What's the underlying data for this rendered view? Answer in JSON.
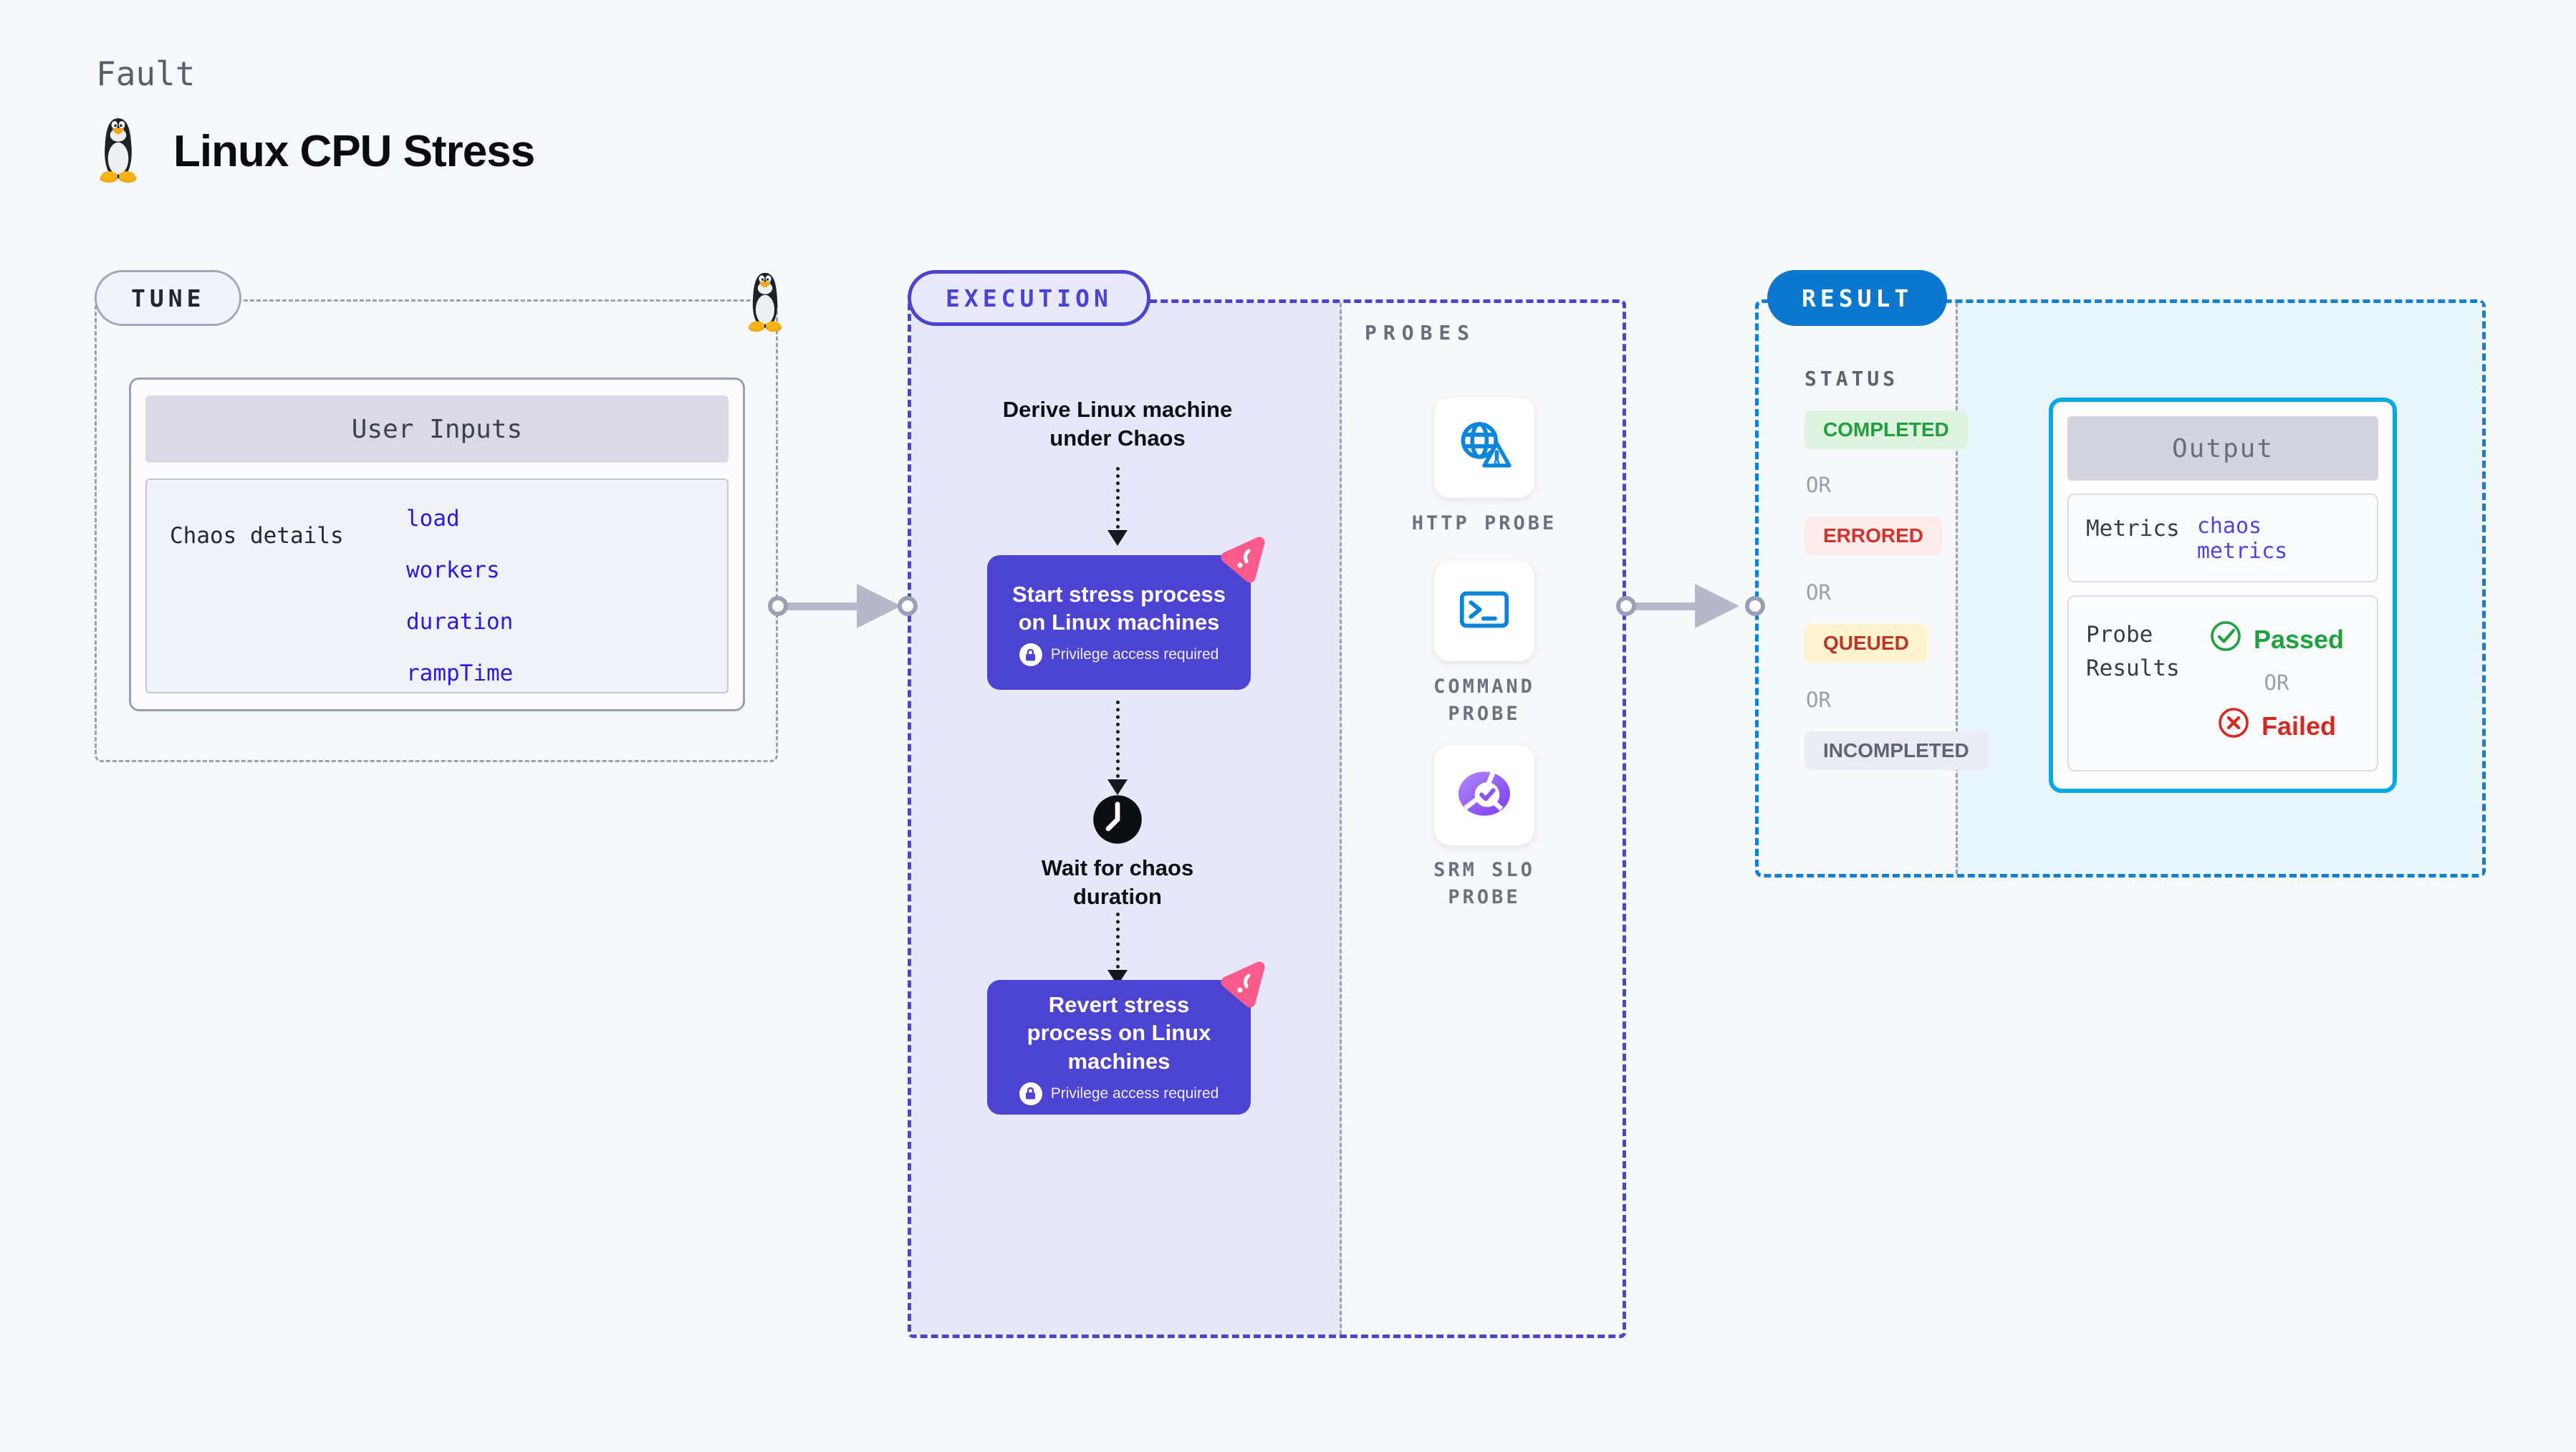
{
  "header": {
    "kicker": "Fault",
    "title": "Linux CPU Stress"
  },
  "tune": {
    "label": "TUNE",
    "card_title": "User Inputs",
    "row_label": "Chaos details",
    "inputs": [
      "load",
      "workers",
      "duration",
      "rampTime"
    ]
  },
  "execution": {
    "label": "EXECUTION",
    "derive_text": "Derive Linux machine under Chaos",
    "start_node": {
      "title": "Start stress process on Linux machines",
      "badge": "Privilege access required"
    },
    "wait_text": "Wait for chaos duration",
    "revert_node": {
      "title": "Revert stress process on Linux machines",
      "badge": "Privilege access required"
    }
  },
  "probes": {
    "label": "PROBES",
    "items": [
      {
        "name": "HTTP PROBE",
        "icon": "globe-alert-icon"
      },
      {
        "name": "COMMAND PROBE",
        "icon": "terminal-icon"
      },
      {
        "name": "SRM SLO PROBE",
        "icon": "slo-pie-check-icon"
      }
    ]
  },
  "result": {
    "label": "RESULT",
    "status_heading": "STATUS",
    "or_label": "OR",
    "statuses": [
      {
        "text": "COMPLETED",
        "type": "success"
      },
      {
        "text": "ERRORED",
        "type": "error"
      },
      {
        "text": "QUEUED",
        "type": "warning"
      },
      {
        "text": "INCOMPLETED",
        "type": "neutral"
      }
    ],
    "output": {
      "title": "Output",
      "metrics_label": "Metrics",
      "metrics_value": "chaos metrics",
      "probe_results_label": "Probe Results",
      "passed": "Passed",
      "failed": "Failed"
    }
  },
  "colors": {
    "accent_indigo": "#4b43d3",
    "accent_blue": "#0b77cf",
    "accent_cyan": "#07a8e3",
    "success_green": "#1ea23c",
    "fail_red": "#d8271e",
    "input_blue": "#2d18e0",
    "metrics_violet": "#4e46e4",
    "ribbon_pink": "#fa5a8c",
    "probe_blue": "#0a85dc",
    "srm_purple": "#8b52f5"
  }
}
